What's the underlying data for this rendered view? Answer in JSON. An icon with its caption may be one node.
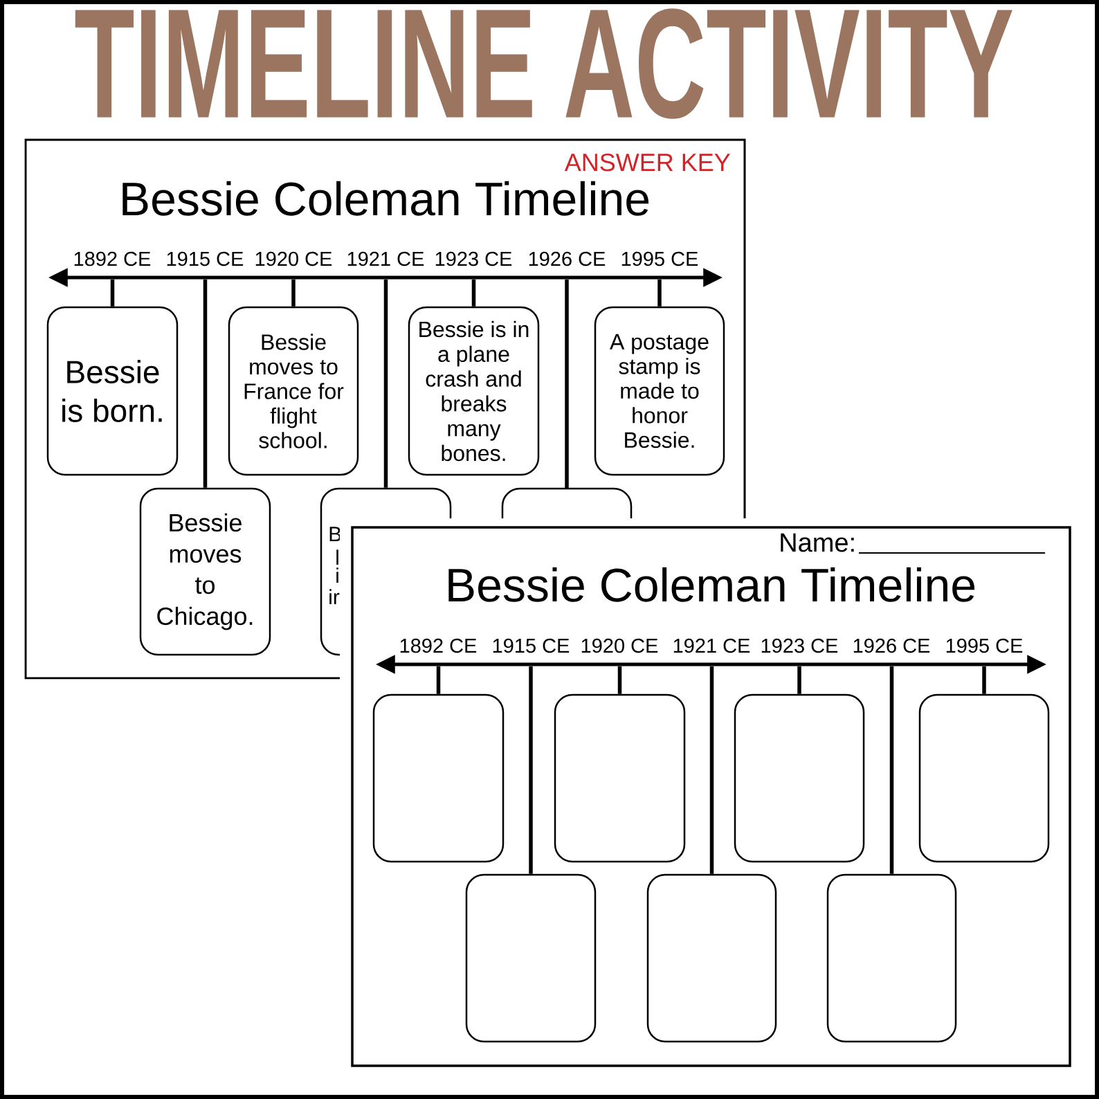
{
  "diagram": {
    "title": "TIMELINE ACTIVITY",
    "nodes": [
      {
        "text": [
          "ANSWER KEY",
          "Bessie Coleman Timeline"
        ]
      },
      {
        "text": [],
        "shape": "arrow",
        "in": 0
      },
      {
        "text": [
          "Bessie is born."
        ],
        "in": 0
      },
      {
        "text": [
          "Bessie moves to Chicago."
        ],
        "in": 0
      },
      {
        "text": [
          "Bessie moves to France for flight school."
        ],
        "in": 0
      },
      {
        "text": [
          "B",
          "l",
          "i",
          "ir"
        ],
        "in": 0
      },
      {
        "text": [
          "Bessie is in a plane crash and breaks many bones."
        ],
        "in": 0
      },
      {
        "text": [],
        "shape": "box",
        "in": 0
      },
      {
        "text": [
          "A postage stamp is made to honor Bessie."
        ],
        "in": 0
      },
      {
        "text": [
          "Name:",
          "Bessie Coleman Timeline"
        ]
      },
      {
        "text": [],
        "shape": "arrow",
        "in": 9
      },
      {
        "text": [],
        "shape": "box",
        "in": 9
      },
      {
        "text": [],
        "shape": "box",
        "in": 9
      },
      {
        "text": [],
        "shape": "box",
        "in": 9
      },
      {
        "text": [],
        "shape": "box",
        "in": 9
      },
      {
        "text": [],
        "shape": "box",
        "in": 9
      },
      {
        "text": [],
        "shape": "box",
        "in": 9
      },
      {
        "text": [],
        "shape": "box",
        "in": 9
      }
    ],
    "edges": [
      {
        "from": 1,
        "to": 2,
        "arrow": "none"
      },
      {
        "from": 1,
        "to": 3,
        "arrow": "none"
      },
      {
        "from": 1,
        "to": 4,
        "arrow": "none"
      },
      {
        "from": 1,
        "to": 5,
        "arrow": "none"
      },
      {
        "from": 1,
        "to": 6,
        "arrow": "none"
      },
      {
        "from": 1,
        "to": 7,
        "arrow": "none"
      },
      {
        "from": 1,
        "to": 8,
        "arrow": "none"
      },
      {
        "from": 10,
        "to": 11,
        "arrow": "none"
      },
      {
        "from": 10,
        "to": 12,
        "arrow": "none"
      },
      {
        "from": 10,
        "to": 13,
        "arrow": "none"
      },
      {
        "from": 10,
        "to": 14,
        "arrow": "none"
      },
      {
        "from": 10,
        "to": 15,
        "arrow": "none"
      },
      {
        "from": 10,
        "to": 16,
        "arrow": "none"
      },
      {
        "from": 10,
        "to": 17,
        "arrow": "none"
      }
    ],
    "labels": [
      "1892 CE",
      "1915 CE",
      "1920 CE",
      "1921 CE",
      "1923 CE",
      "1926 CE",
      "1995 CE",
      "1892 CE",
      "1915 CE",
      "1920 CE",
      "1921 CE",
      "1923 CE",
      "1926 CE",
      "1995 CE"
    ]
  }
}
